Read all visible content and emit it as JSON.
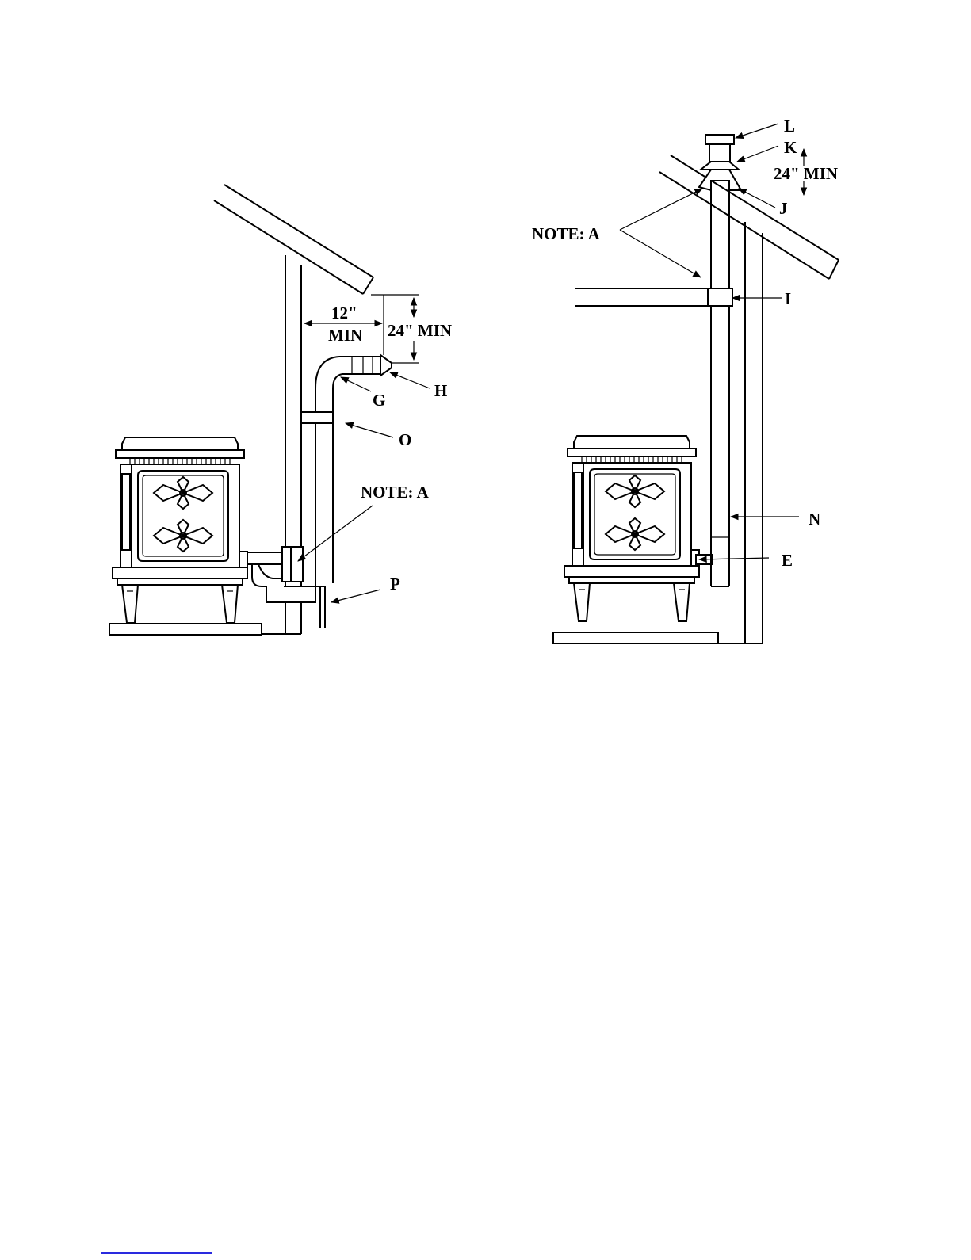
{
  "left_diagram": {
    "dim_12": "12\"",
    "dim_12_min": "MIN",
    "dim_24": "24\" MIN",
    "label_g": "G",
    "label_h": "H",
    "label_o": "O",
    "note_a": "NOTE: A",
    "label_p": "P"
  },
  "right_diagram": {
    "label_l": "L",
    "label_k": "K",
    "dim_24": "24\" MIN",
    "label_j": "J",
    "note_a": "NOTE: A",
    "label_i": "I",
    "label_n": "N",
    "label_e": "E"
  }
}
